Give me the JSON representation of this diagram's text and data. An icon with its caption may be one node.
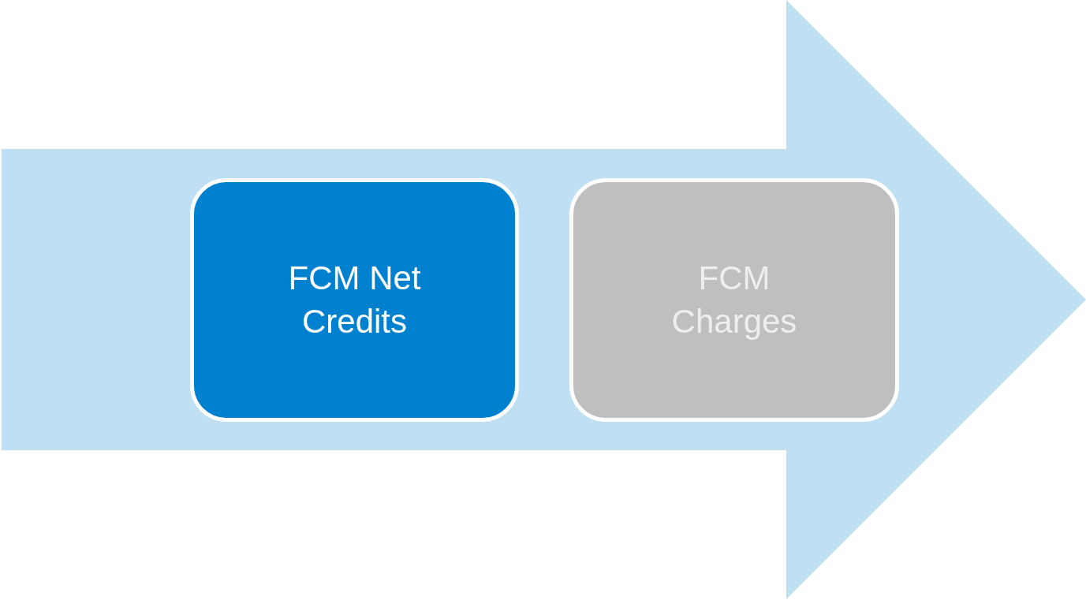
{
  "diagram": {
    "nodes": [
      {
        "text": [],
        "shape": "arrow"
      },
      {
        "text": [
          "FCM Net Credits"
        ],
        "in": 0
      },
      {
        "text": [
          "FCM Charges"
        ],
        "in": 0
      }
    ]
  }
}
